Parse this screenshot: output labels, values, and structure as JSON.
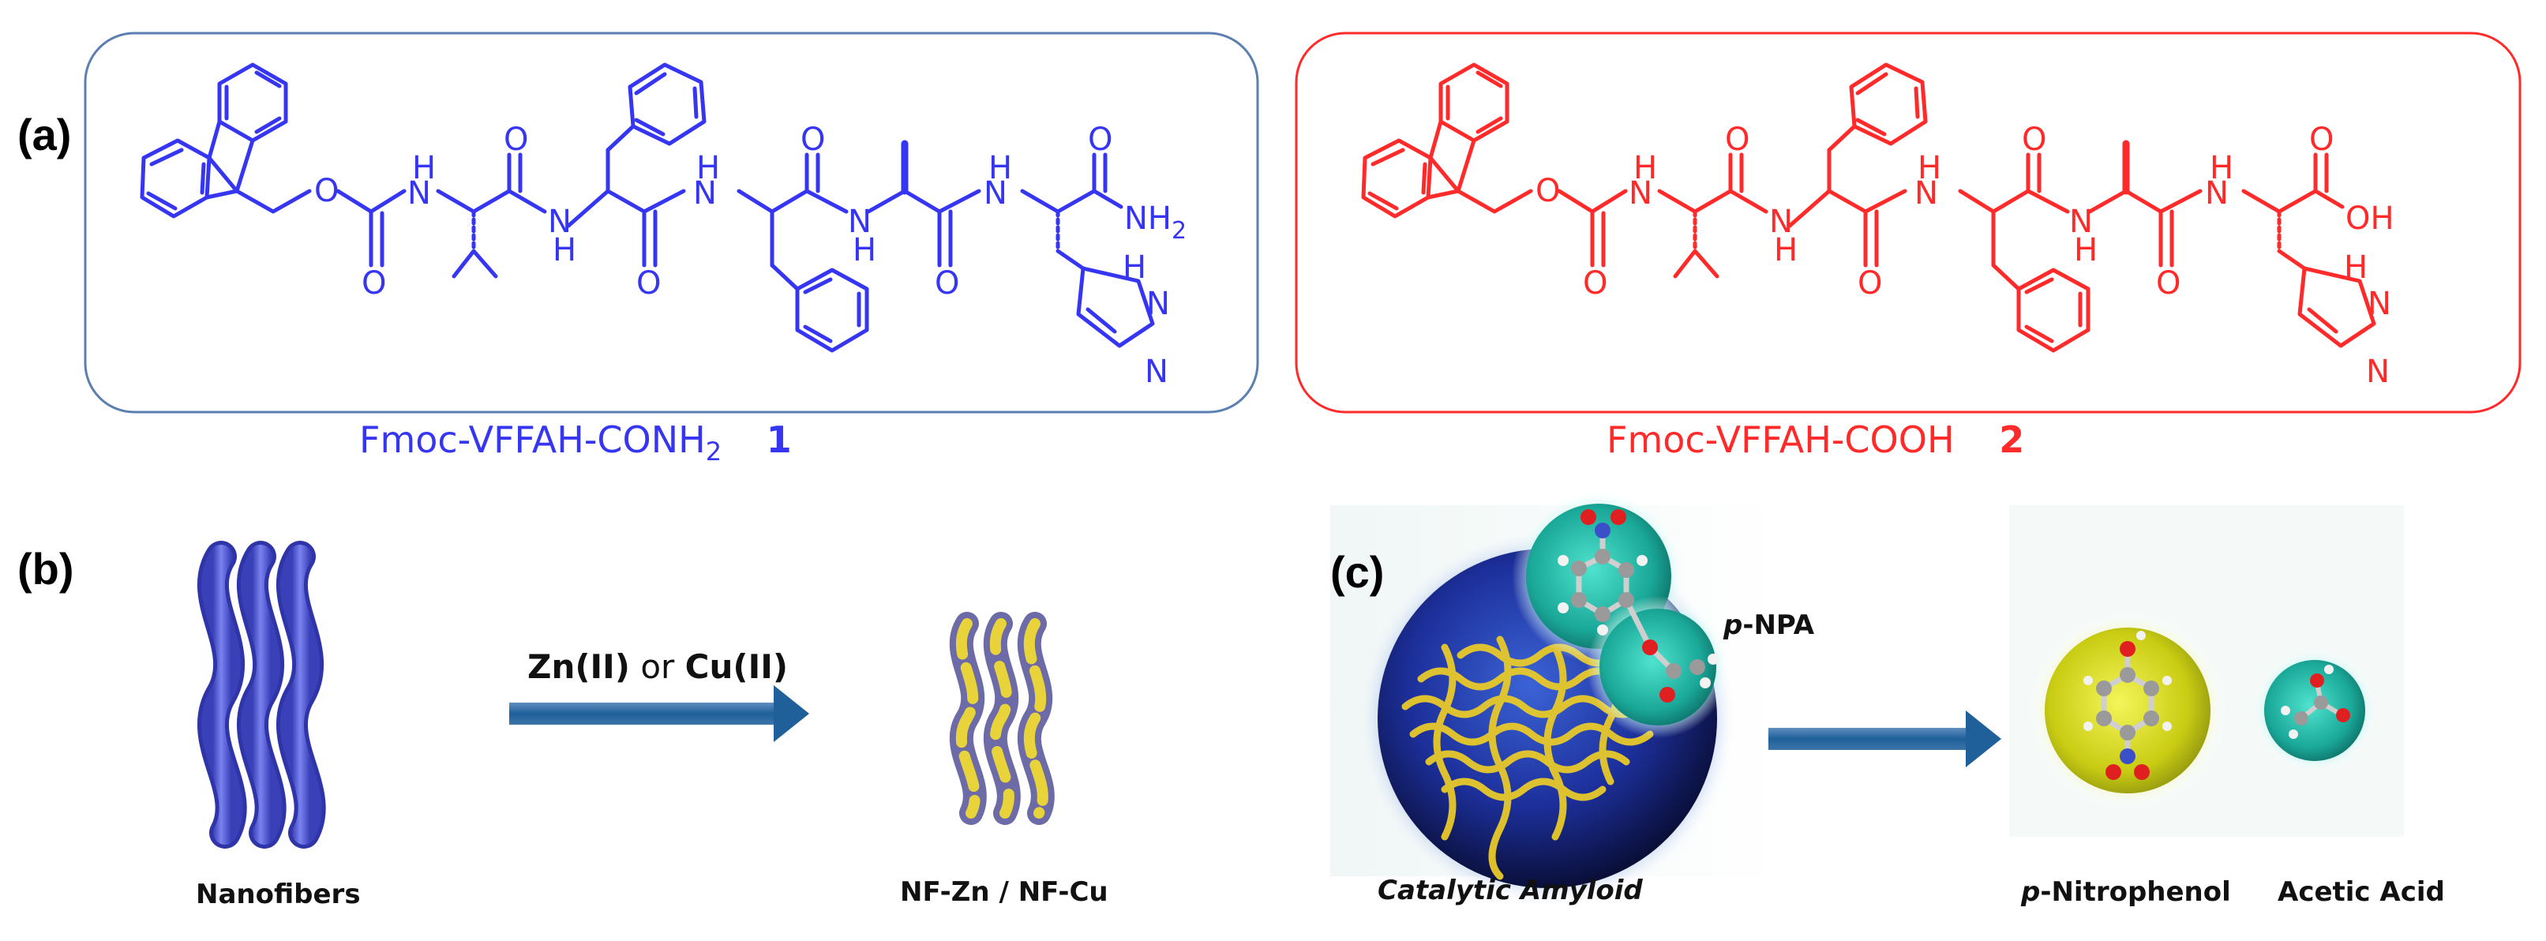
{
  "panel_a": {
    "label": "(a)",
    "compound1": {
      "name_prefix": "Fmoc-VFFAH-CONH",
      "name_sub": "2",
      "number": "1",
      "color": "#3636f2"
    },
    "compound2": {
      "name": "Fmoc-VFFAH-COOH",
      "number": "2",
      "color": "#ff2a2a"
    },
    "atoms1": {
      "o": "O",
      "h": "H",
      "n": "N",
      "nh2": "NH",
      "nh2_sub": "2"
    },
    "atoms2": {
      "o": "O",
      "h": "H",
      "n": "N",
      "oh": "OH"
    }
  },
  "panel_b": {
    "label": "(b)",
    "left_caption": "Nanofibers",
    "arrow_label_zn": "Zn(II)",
    "arrow_label_or": " or ",
    "arrow_label_cu": "Cu(II)",
    "right_caption": "NF-Zn / NF-Cu"
  },
  "panel_c": {
    "label": "(c)",
    "catalyst_caption": "Catalytic Amyloid",
    "substrate_prefix": "p",
    "substrate_suffix": "-NPA",
    "product1_prefix": "p",
    "product1_suffix": "-Nitrophenol",
    "product2": "Acetic Acid"
  },
  "colors": {
    "blue": "#3636f2",
    "red": "#ff2a2a",
    "fiber": "#4f56d9",
    "gold": "#e8d43a",
    "teal": "#1fbfae",
    "arrow": "#1f5f9a"
  }
}
